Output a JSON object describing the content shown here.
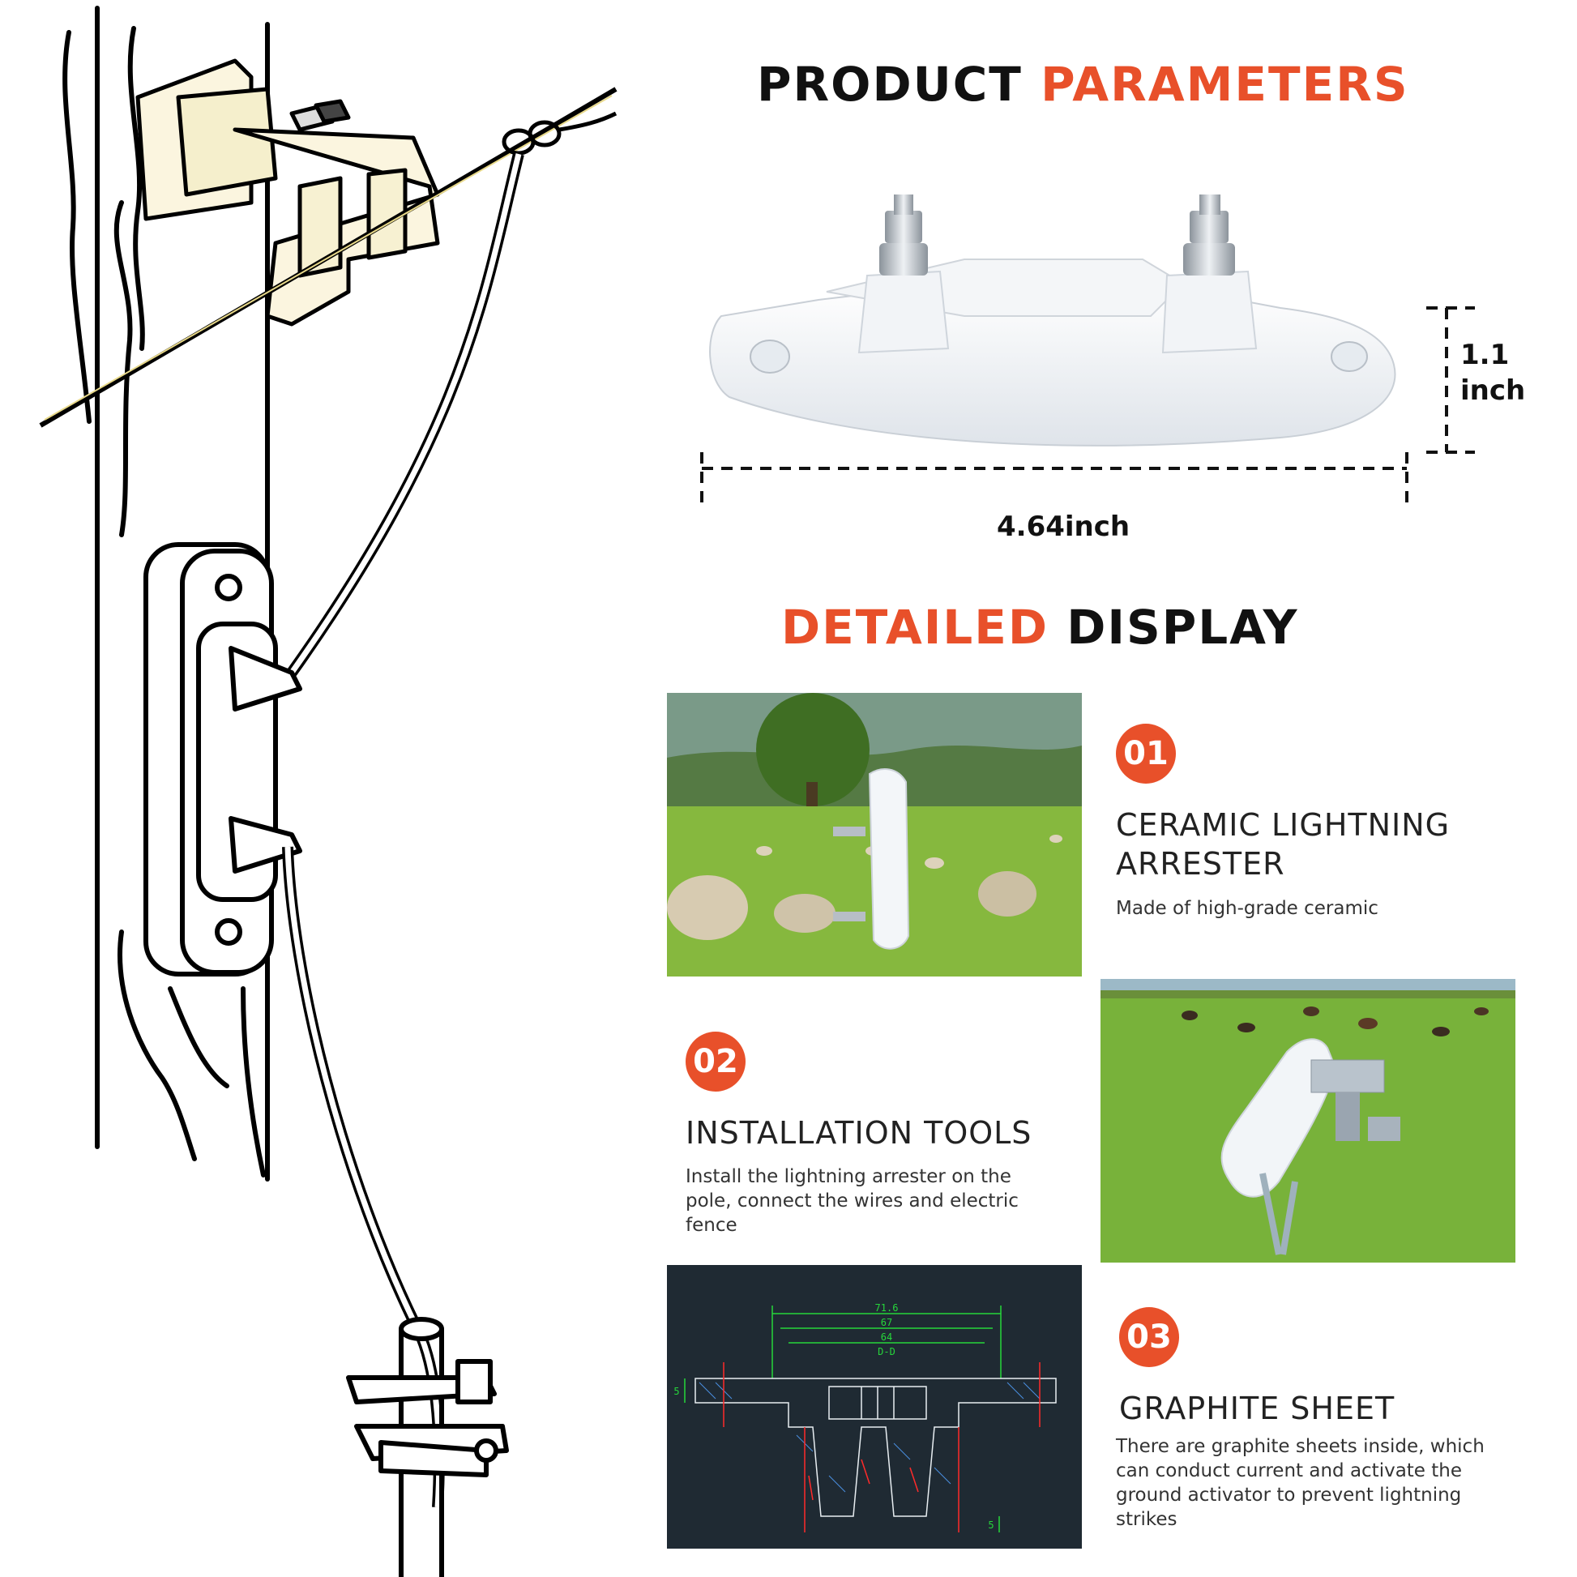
{
  "header_params": {
    "word1": "PRODUCT",
    "word2": "PARAMETERS"
  },
  "dimensions": {
    "height_value": "1.1",
    "height_unit": "inch",
    "width": "4.64inch"
  },
  "header_display": {
    "word1": "DETAILED",
    "word2": "DISPLAY"
  },
  "features": [
    {
      "number": "01",
      "title_line1": "CERAMIC LIGHTNING",
      "title_line2": "ARRESTER",
      "desc": "Made of high-grade ceramic"
    },
    {
      "number": "02",
      "title_line1": "INSTALLATION TOOLS",
      "desc_line1": "Install the lightning arrester on the",
      "desc_line2": "pole, connect the wires and electric",
      "desc_line3": "fence"
    },
    {
      "number": "03",
      "title_line1": "GRAPHITE SHEET",
      "desc_line1": "There are graphite sheets inside, which",
      "desc_line2": "can conduct current and activate the",
      "desc_line3": "ground activator to prevent lightning",
      "desc_line4": "strikes"
    }
  ],
  "drawing_dims": {
    "d1": "71.6",
    "d2": "67",
    "d3": "64",
    "d4": "D-D",
    "s1": "5",
    "s2": "5"
  },
  "colors": {
    "accent": "#e8502a",
    "dark": "#111111",
    "grass": "#7fb23a",
    "cad_bg": "#1f2a33"
  }
}
